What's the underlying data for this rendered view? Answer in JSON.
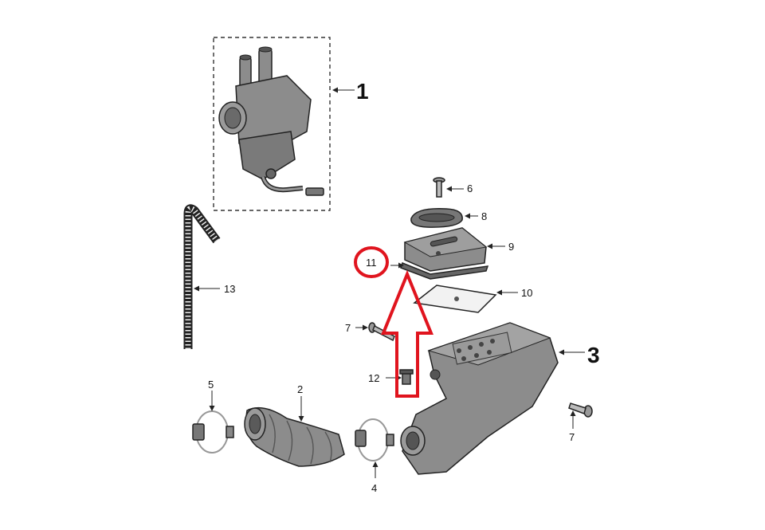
{
  "callouts": {
    "c1": "1",
    "c2": "2",
    "c3": "3",
    "c4": "4",
    "c5": "5",
    "c6": "6",
    "c7a": "7",
    "c7b": "7",
    "c8": "8",
    "c9": "9",
    "c10": "10",
    "c11": "11",
    "c12": "12",
    "c13": "13"
  },
  "colors": {
    "highlight": "#e0141e",
    "part_fill": "#8c8c8c",
    "part_dark": "#555555",
    "line": "#222222"
  },
  "highlight": {
    "target_callout": "11",
    "marker": "circle",
    "pointer": "up-arrow"
  }
}
